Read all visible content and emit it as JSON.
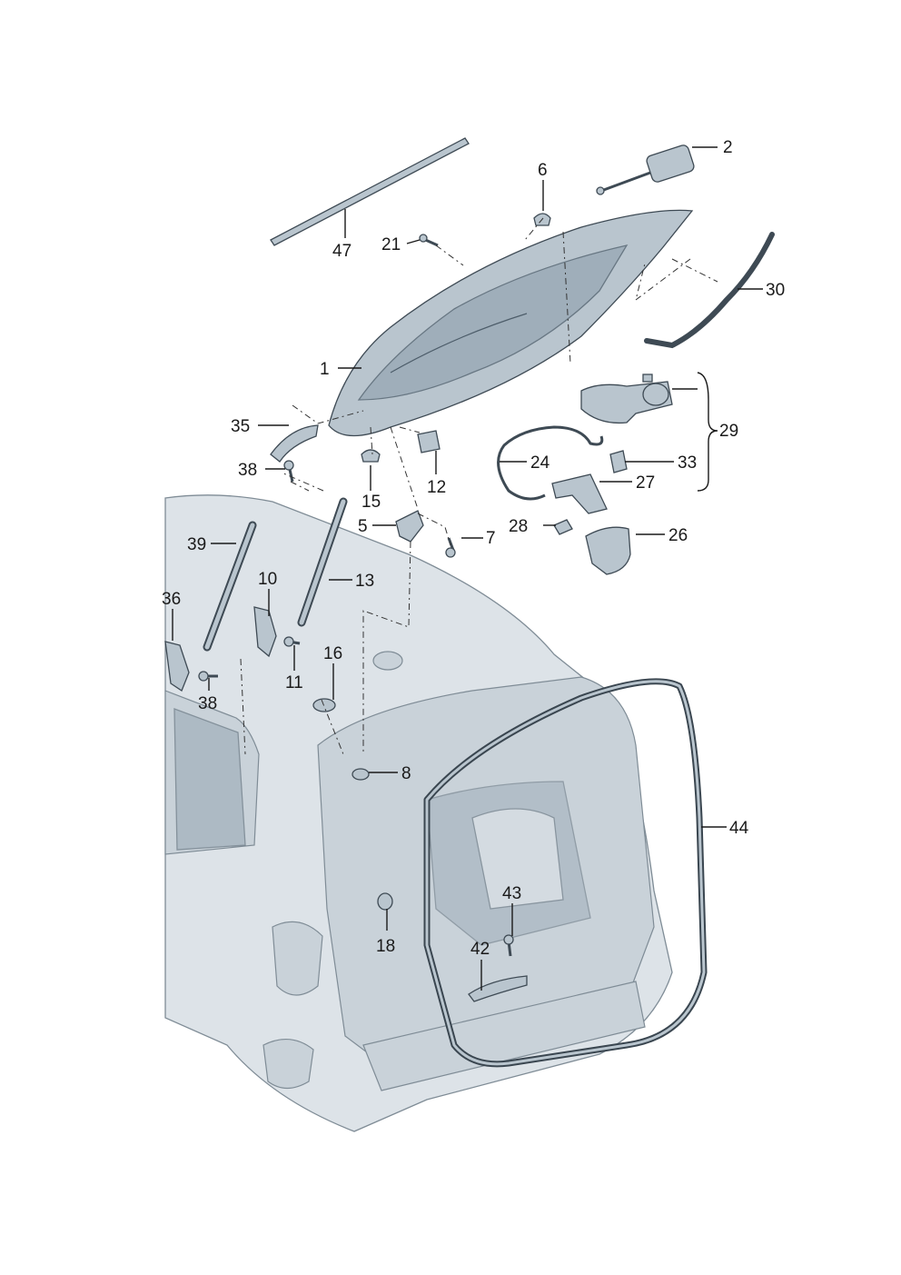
{
  "callouts": {
    "c1": "1",
    "c2": "2",
    "c5": "5",
    "c6": "6",
    "c7": "7",
    "c8": "8",
    "c10": "10",
    "c11": "11",
    "c12": "12",
    "c13": "13",
    "c15": "15",
    "c16": "16",
    "c18": "18",
    "c21": "21",
    "c24": "24",
    "c26": "26",
    "c27": "27",
    "c28": "28",
    "c29": "29",
    "c30": "30",
    "c33": "33",
    "c35": "35",
    "c36": "36",
    "c38a": "38",
    "c38b": "38",
    "c39": "39",
    "c42": "42",
    "c43": "43",
    "c44": "44",
    "c47": "47"
  },
  "colors": {
    "body": "#dde3e8",
    "part": "#b9c5ce",
    "outline": "#3e4a54",
    "text": "#1a1a1a"
  }
}
